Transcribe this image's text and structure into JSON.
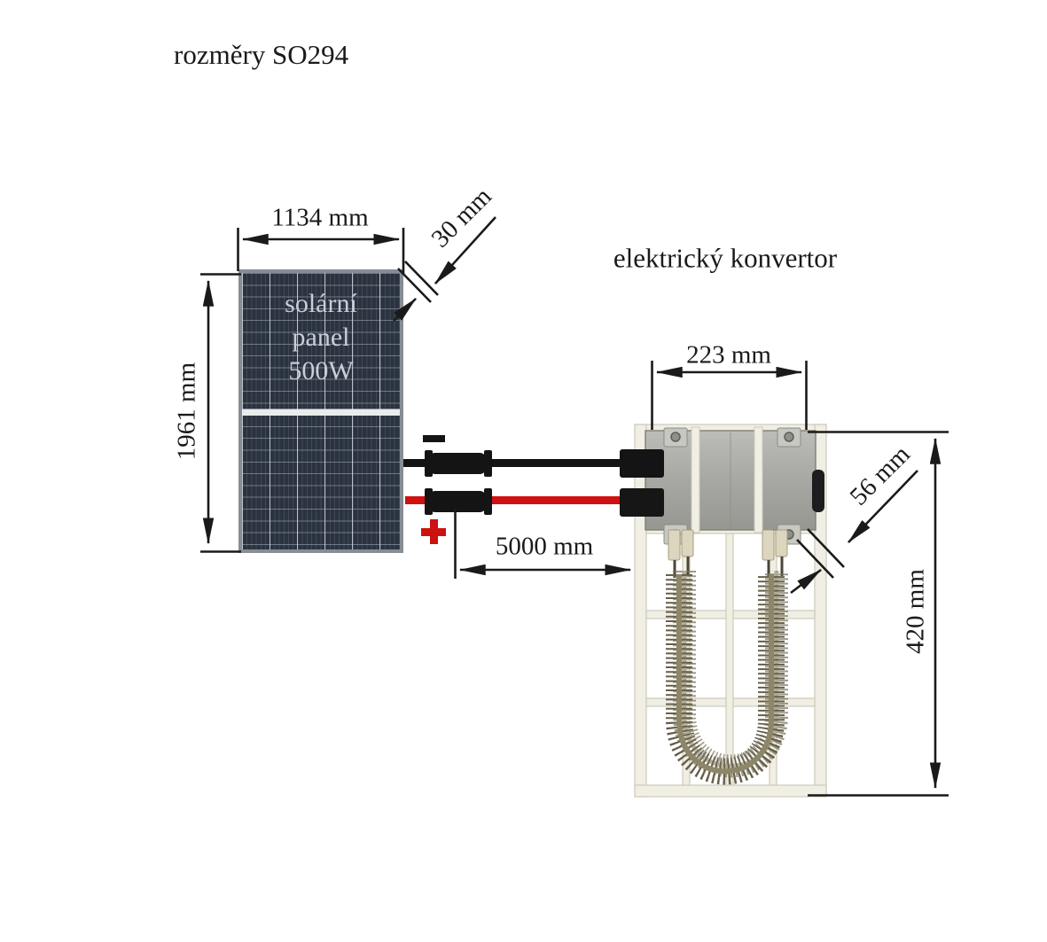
{
  "title": "rozměry SO294",
  "solar_panel": {
    "label_lines": [
      "solární",
      "panel",
      "500W"
    ],
    "width": "1134 mm",
    "height": "1961 mm",
    "thickness": "30 mm"
  },
  "converter": {
    "label": "elektrický konvertor",
    "width": "223 mm",
    "depth": "56 mm",
    "height": "420 mm"
  },
  "wiring": {
    "cable_length": "5000 mm",
    "negative": "−",
    "positive": "+"
  },
  "colors": {
    "dimension_ink": "#1a1a1a",
    "panel_cell": "#2b3340",
    "negative_cable": "#141414",
    "positive_cable": "#cf1111"
  }
}
